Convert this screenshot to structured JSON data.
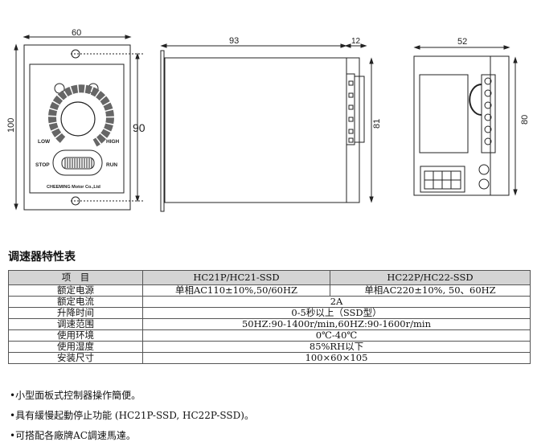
{
  "drawing": {
    "front": {
      "width": "60",
      "height": "100",
      "inner_height": "90",
      "low": "LOW",
      "high": "HIGH",
      "stop": "STOP",
      "run": "RUN",
      "brand": "CHEEMING Motor Co.,Ltd"
    },
    "side": {
      "length": "93",
      "terminal_depth": "12",
      "height": "81"
    },
    "back": {
      "width": "52",
      "height": "80"
    }
  },
  "table": {
    "title": "调速器特性表",
    "headers": [
      "项　目",
      "HC21P/HC21-SSD",
      "HC22P/HC22-SSD"
    ],
    "rows": [
      {
        "label": "额定电源",
        "v1": "单相AC110±10%,50/60HZ",
        "v2": "单相AC220±10%, 50、60HZ"
      },
      {
        "label": "额定电流",
        "v": "2A"
      },
      {
        "label": "升降时间",
        "v": "0-5秒以上（SSD型）"
      },
      {
        "label": "调速范围",
        "v": "50HZ:90-1400r/min,60HZ:90-1600r/min"
      },
      {
        "label": "使用环境",
        "v": "0℃-40℃"
      },
      {
        "label": "使用湿度",
        "v": "85%RH以下"
      },
      {
        "label": "安装尺寸",
        "v": "100×60×105"
      }
    ]
  },
  "notes": [
    "•小型面板式控制器操作簡便。",
    "•具有緩慢起動停止功能 (HC21P-SSD, HC22P-SSD)。",
    "•可搭配各廠牌AC調速馬達。"
  ]
}
